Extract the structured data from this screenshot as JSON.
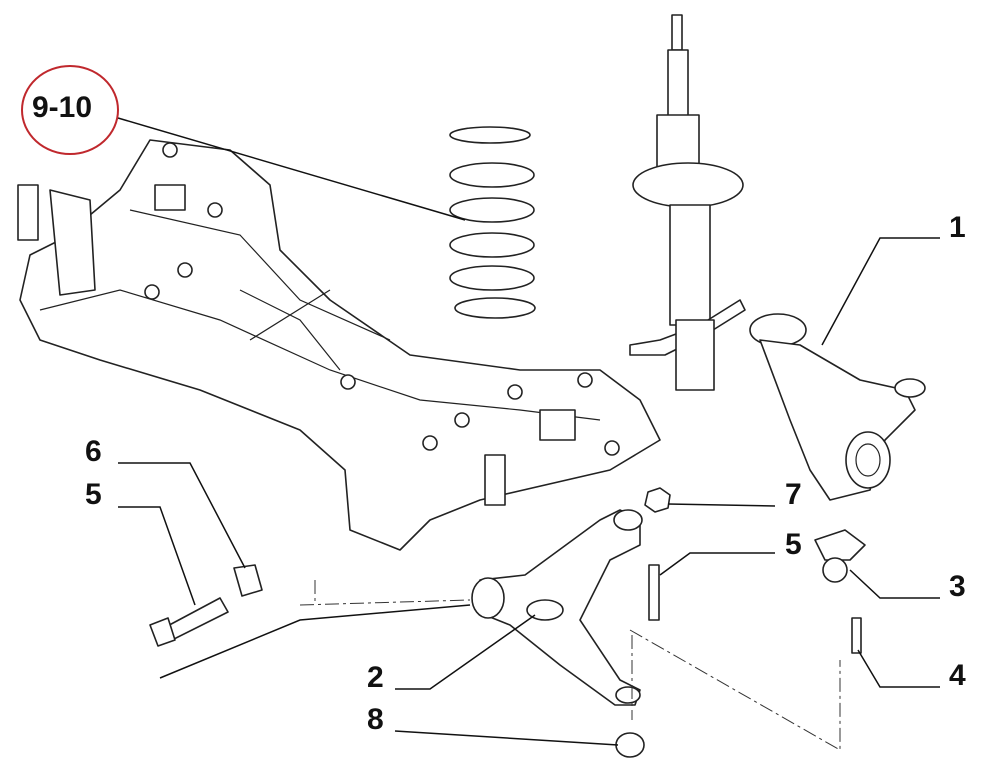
{
  "diagram": {
    "title_callout": "9-10",
    "callout_color": "#c0282d",
    "labels": {
      "knuckle": "1",
      "control_arm": "2",
      "ball_joint": "3",
      "ball_joint_bolt": "4",
      "bolt_right": "5",
      "bolt_left": "5",
      "washer": "6",
      "nut_top": "7",
      "nut_bottom": "8"
    }
  }
}
